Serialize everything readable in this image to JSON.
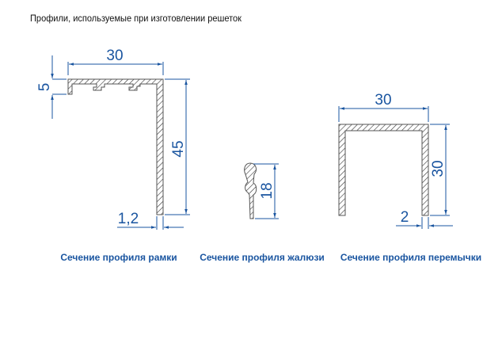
{
  "title": "Профили, используемые при изготовлении решеток",
  "profiles": [
    {
      "caption": "Сечение профиля рамки",
      "dims": {
        "width": "30",
        "lip": "5",
        "height": "45",
        "thickness": "1,2"
      }
    },
    {
      "caption": "Сечение профиля жалюзи",
      "dims": {
        "height": "18"
      }
    },
    {
      "caption": "Сечение профиля перемычки",
      "dims": {
        "width": "30",
        "height": "30",
        "thickness": "2"
      }
    }
  ],
  "colors": {
    "accent": "#1a55a0"
  }
}
